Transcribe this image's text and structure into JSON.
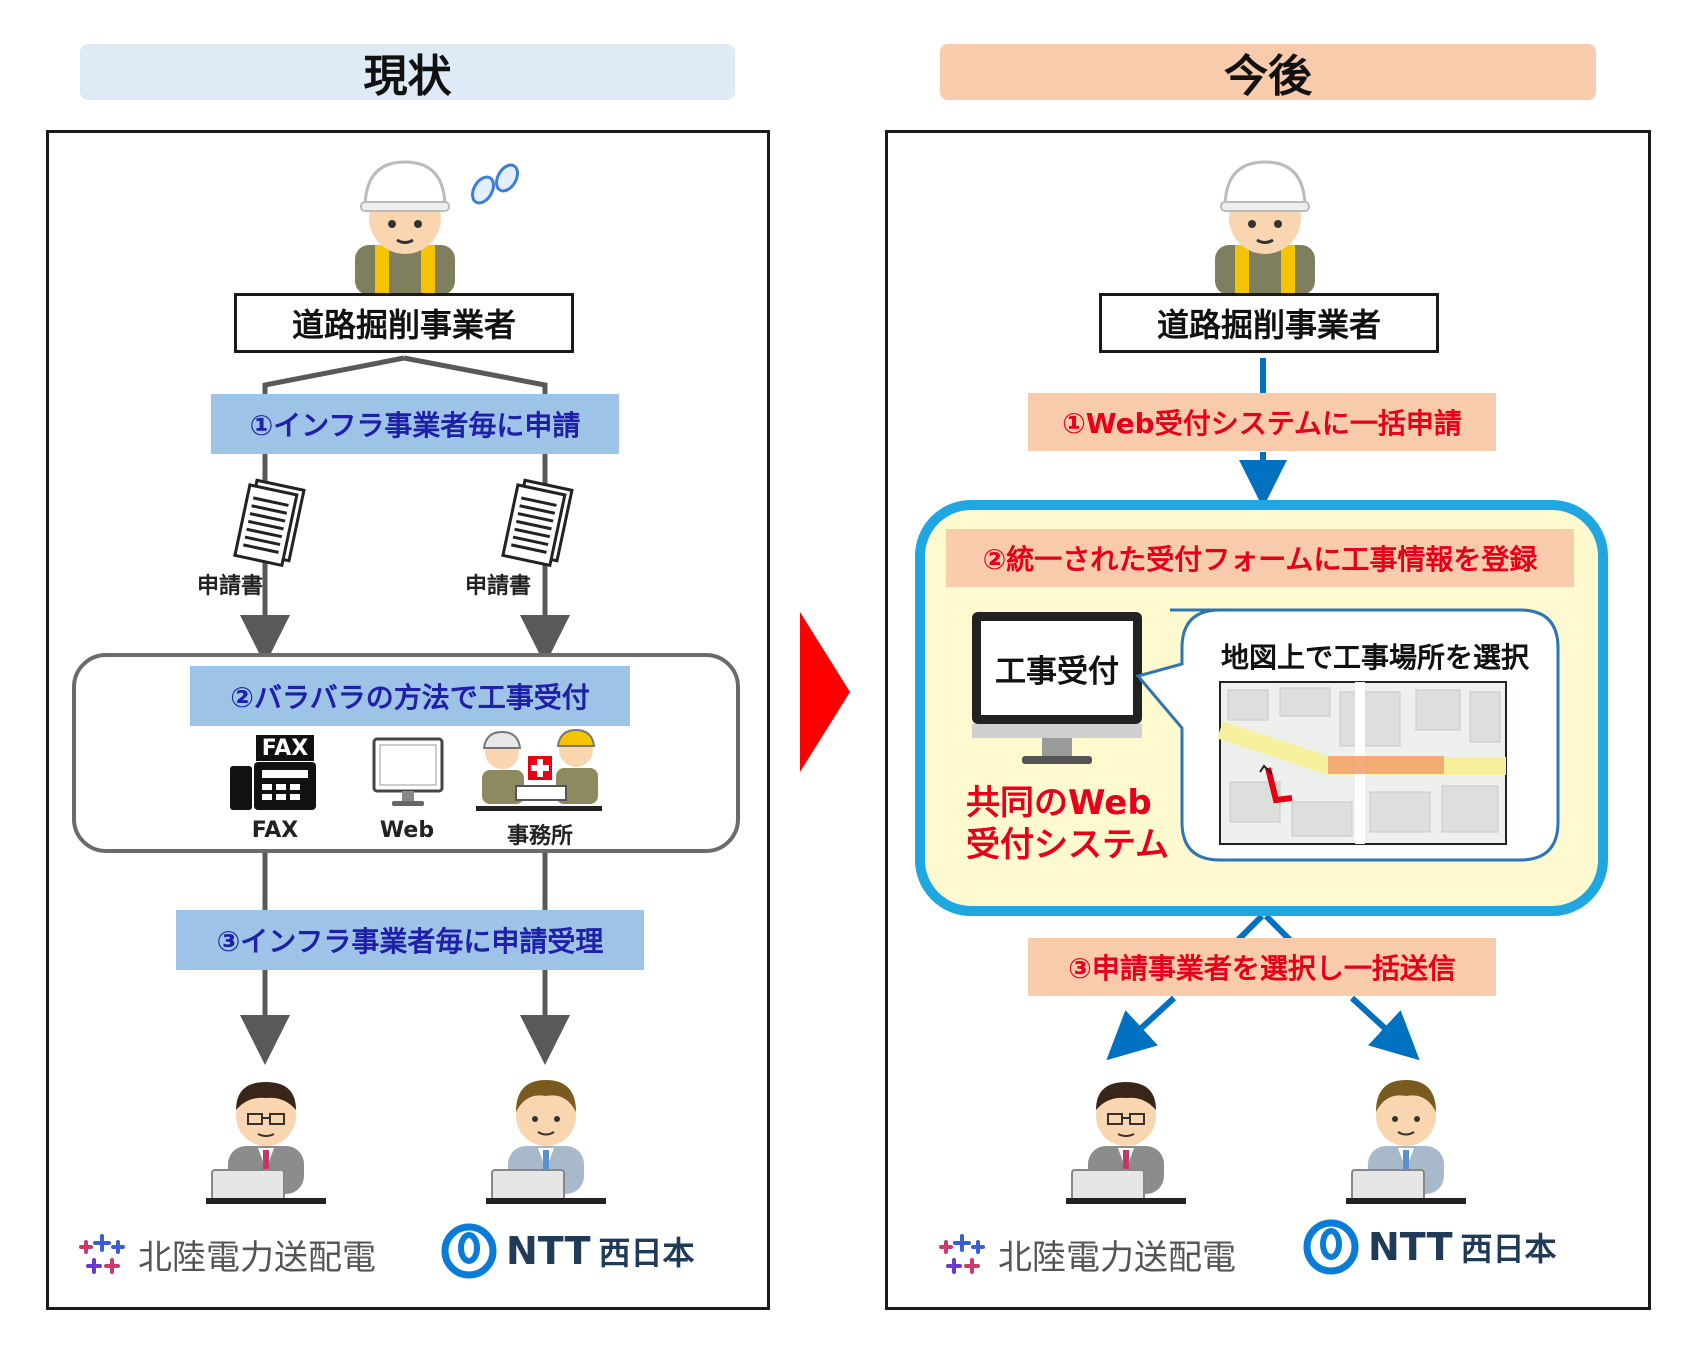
{
  "left": {
    "header": "現状",
    "operator": "道路掘削事業者",
    "step1": "①インフラ事業者毎に申請",
    "doc_label_a": "申請書",
    "doc_label_b": "申請書",
    "step2": "②バラバラの方法で工事受付",
    "fax_sign": "FAX",
    "method_fax": "FAX",
    "method_web": "Web",
    "method_office": "事務所",
    "step3": "③インフラ事業者毎に申請受理",
    "logo_hokuriku": "北陸電力送配電",
    "logo_ntt_word": "NTT",
    "logo_ntt_jp": "西日本"
  },
  "right": {
    "header": "今後",
    "operator": "道路掘削事業者",
    "step1": "①Web受付システムに一括申請",
    "step2": "②統一された受付フォームに工事情報を登録",
    "monitor_text": "工事受付",
    "bubble_title": "地図上で工事場所を選択",
    "system_line1": "共同のWeb",
    "system_line2": "受付システム",
    "step3": "③申請事業者を選択し一括送信",
    "logo_hokuriku": "北陸電力送配電",
    "logo_ntt_word": "NTT",
    "logo_ntt_jp": "西日本"
  },
  "colors": {
    "left_header_bg": "#deebf7",
    "right_header_bg": "#f8cbad",
    "blue_label_bg": "#9dc3e6",
    "blue_label_text": "#1f1fa8",
    "pink_label_bg": "#f8cbad",
    "pink_label_text": "#e6001a",
    "system_border": "#1ea7e1",
    "system_fill": "#fff9d0",
    "arrow_blue": "#0070c0",
    "arrow_gray": "#595959",
    "center_arrow": "#ff0000"
  },
  "icons": {
    "worker": "construction-worker-icon",
    "sweat": "sweat-drops-icon",
    "document": "document-icon",
    "fax": "fax-machine-icon",
    "monitor": "monitor-icon",
    "office": "office-workers-icon",
    "clerk": "office-clerk-icon",
    "map": "map-icon",
    "hokuriku_logo": "hokuriku-star-logo-icon",
    "ntt_logo": "ntt-ring-logo-icon"
  }
}
